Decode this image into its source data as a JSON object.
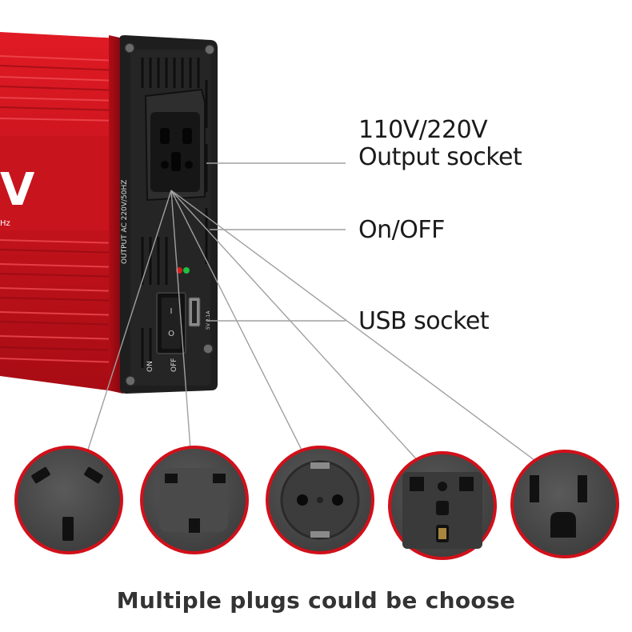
{
  "callouts": {
    "output_socket_voltage": "110V/220V",
    "output_socket_label": "Output socket",
    "switch_label": "On/OFF",
    "usb_label": "USB socket"
  },
  "panel": {
    "output_rating": "OUTPUT AC 220V/50HZ",
    "switch_on": "ON",
    "switch_off": "OFF",
    "switch_symbol_on": "I",
    "switch_symbol_off": "O",
    "usb_port_text": "5V 2.1A",
    "body_partial_text": "V",
    "body_partial_freq": "Hz"
  },
  "plugs": [
    {
      "name": "australian-socket-icon"
    },
    {
      "name": "us-two-pin-socket-icon"
    },
    {
      "name": "schuko-socket-icon"
    },
    {
      "name": "universal-socket-icon"
    },
    {
      "name": "us-grounded-socket-icon"
    }
  ],
  "caption": "Multiple plugs could be choose",
  "colors": {
    "body_red": "#c0101a",
    "panel_black": "#1c1c1c",
    "line_gray": "#9a9a9a",
    "text": "#1a1a1a"
  }
}
